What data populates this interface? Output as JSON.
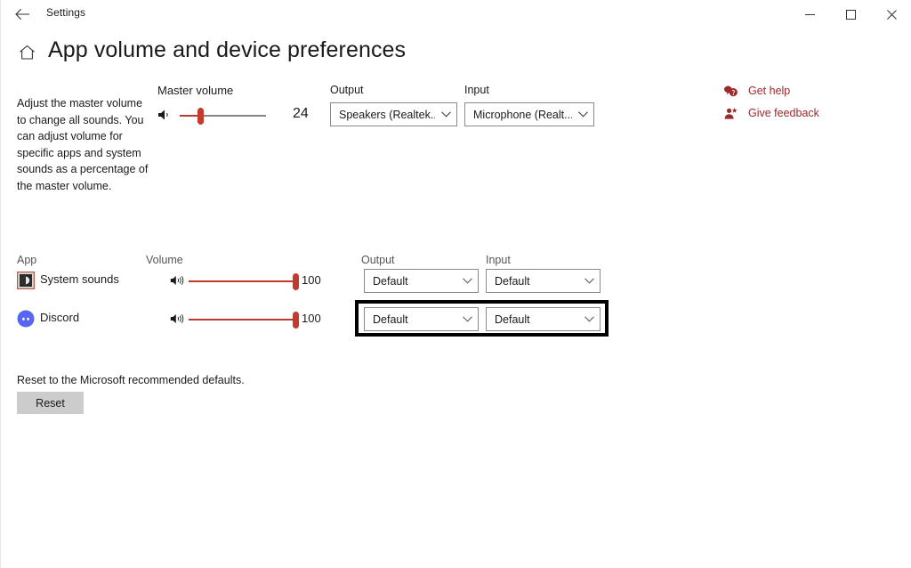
{
  "window": {
    "app_title": "Settings",
    "back_icon": "back-arrow-icon",
    "minimize_label": "─",
    "maximize_label": "☐",
    "close_label": "✕"
  },
  "header": {
    "home_icon": "home-icon",
    "page_title": "App volume and device preferences"
  },
  "description": {
    "text": "Adjust the master volume to change all sounds. You can adjust volume for specific apps and system sounds as a percentage of the master volume."
  },
  "master": {
    "label": "Master volume",
    "speaker_icon": "speaker-low-icon",
    "value": "24",
    "percent": 24
  },
  "devices": {
    "output_label": "Output",
    "output_value": "Speakers (Realtek...",
    "input_label": "Input",
    "input_value": "Microphone (Realt..."
  },
  "help": {
    "get_help_label": "Get help",
    "get_help_icon": "question-bubble-icon",
    "give_feedback_label": "Give feedback",
    "give_feedback_icon": "feedback-person-icon"
  },
  "app_table": {
    "headers": {
      "app": "App",
      "volume": "Volume",
      "output": "Output",
      "input": "Input"
    },
    "rows": [
      {
        "name": "System sounds",
        "icon": "system-sounds-icon",
        "speaker_icon": "speaker-high-icon",
        "volume": "100",
        "percent": 100,
        "output": "Default",
        "input": "Default"
      },
      {
        "name": "Discord",
        "icon": "discord-icon",
        "speaker_icon": "speaker-high-icon",
        "volume": "100",
        "percent": 100,
        "output": "Default",
        "input": "Default"
      }
    ]
  },
  "reset": {
    "text": "Reset to the Microsoft recommended defaults.",
    "button_label": "Reset"
  },
  "colors": {
    "accent_red": "#c23b2c",
    "link_red": "#9e2a2b",
    "track_gray": "#868686",
    "highlight_border": "#000000"
  }
}
